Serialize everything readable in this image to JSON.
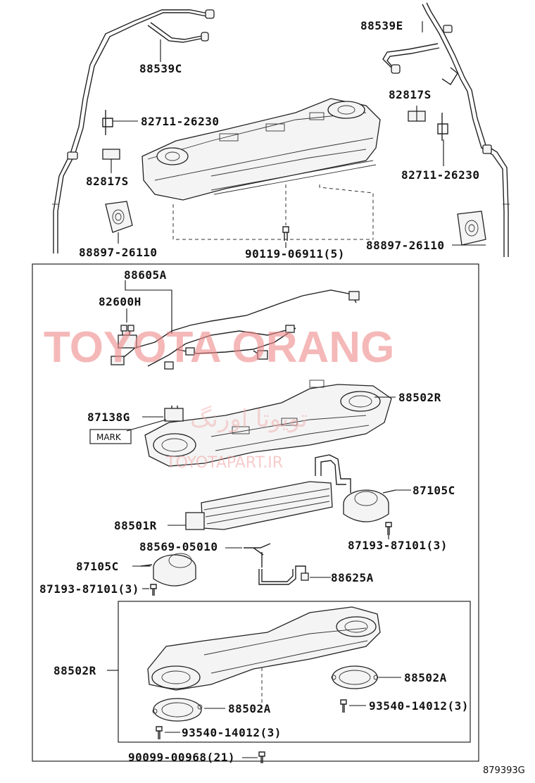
{
  "labels": {
    "hose_c": "88539C",
    "hose_e": "88539E",
    "clamp_left": "82711-26230",
    "clamp_right": "82711-26230",
    "pad_left": "82817S",
    "pad_right": "82817S",
    "grommet_left": "88897-26110",
    "grommet_right": "88897-26110",
    "bolt_top": "90119-06911(5)",
    "harness": "88605A",
    "wire": "82600H",
    "resistor": "87138G",
    "mark": "MARK",
    "case_upper": "88502R",
    "blower_right": "87105C",
    "evaporator": "88501R",
    "screw_right": "87193-87101(3)",
    "thermistor": "88569-05010",
    "blower_left": "87105C",
    "screw_left": "87193-87101(3)",
    "tube": "88625A",
    "case_lower": "88502R",
    "ring_right": "88502A",
    "screw_ring_right": "93540-14012(3)",
    "ring_left": "88502A",
    "screw_ring_left": "93540-14012(3)",
    "bolt_bottom": "90099-00968(21)"
  },
  "figure_id": "879393G",
  "watermark": {
    "main": "TOYOTA ORANG",
    "arabic": "تويوتا اورنگ",
    "sub": "TOYOTAPART.IR"
  },
  "colors": {
    "watermark": "#f08a8a",
    "line": "#222222"
  }
}
